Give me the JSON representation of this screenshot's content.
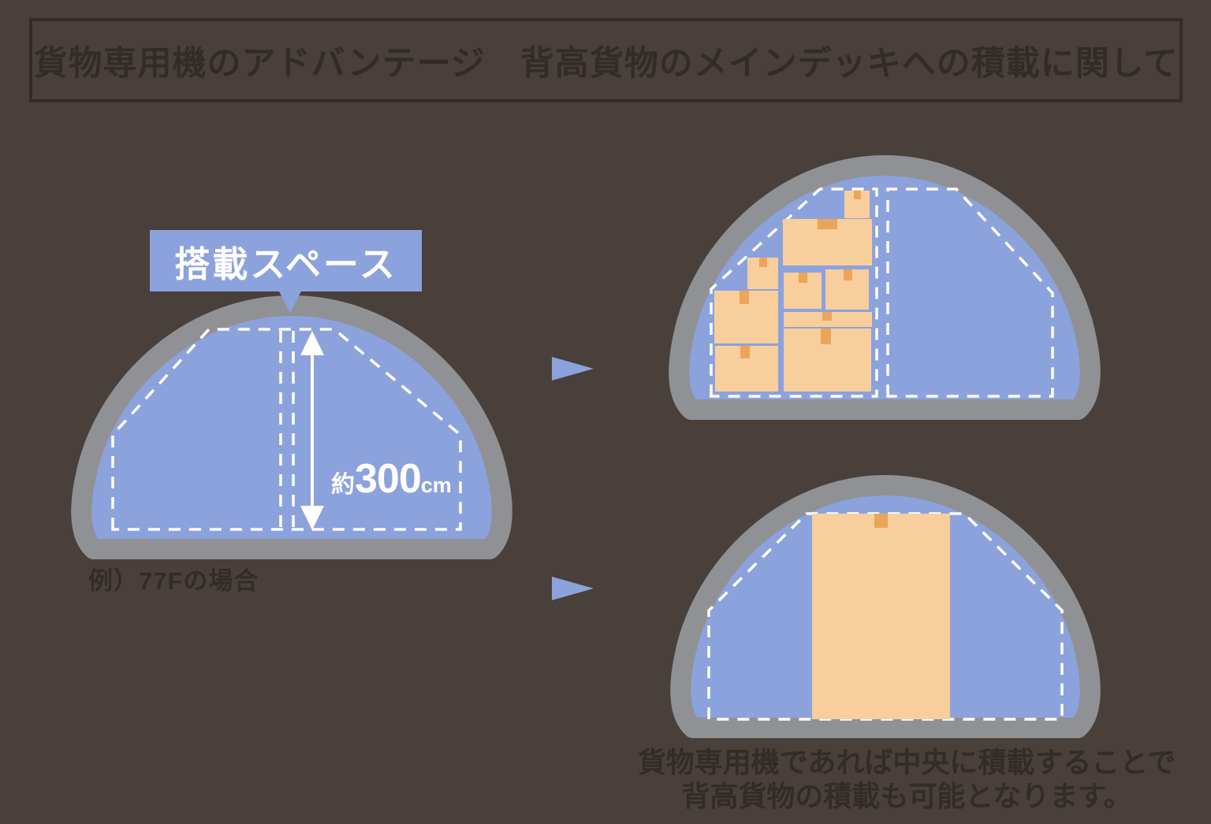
{
  "title": "貨物専用機のアドバンテージ　背高貨物のメインデッキへの積載に関して",
  "left_diagram": {
    "space_label": "搭載スペース",
    "measurement": {
      "approx": "約",
      "value": "300",
      "unit": "cm"
    },
    "caption": "例）77Fの場合"
  },
  "top_right_diagram": {
    "cargo_boxes_count": 9
  },
  "bottom_right_diagram": {
    "cargo_boxes_count": 1
  },
  "result_caption": {
    "line1": "貨物専用機であれば中央に積載することで",
    "line2": "背高貨物の積載も可能となります。"
  },
  "icons": {
    "right_arrow": "▶"
  },
  "colors": {
    "background": "#49403C",
    "fuselage_blue": "#8CA2DC",
    "outline_gray": "#909194",
    "cargo_orange": "#F8CE9C",
    "cargo_tab_orange": "#ECA558",
    "dashed_line": "#FFFFFF",
    "dark_text": "#332B28"
  }
}
